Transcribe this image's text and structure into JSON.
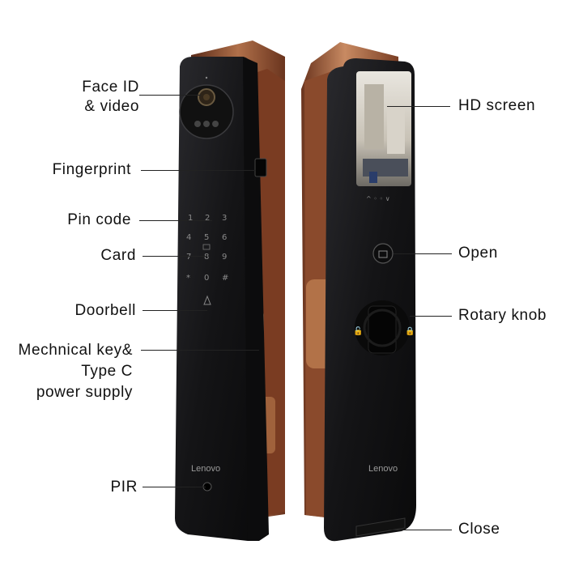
{
  "labels": {
    "face_line1": "Face ID",
    "face_line2": "& video",
    "fingerprint": "Fingerprint",
    "pin_code": "Pin code",
    "card": "Card",
    "doorbell": "Doorbell",
    "mech_line1": "Mechnical key&",
    "mech_line2": "Type C",
    "mech_line3": "power supply",
    "pir": "PIR",
    "hd_screen": "HD screen",
    "open": "Open",
    "rotary_knob": "Rotary knob",
    "close": "Close"
  },
  "brand": {
    "left": "Lenovo",
    "right": "Lenovo"
  },
  "keypad": [
    "1",
    "2",
    "3",
    "4",
    "5",
    "6",
    "7",
    "8",
    "9",
    "*",
    "0",
    "#"
  ],
  "colors": {
    "body": "#1a1a1c",
    "bronze": "#8a4a2e",
    "bronze_light": "#c88a62"
  }
}
